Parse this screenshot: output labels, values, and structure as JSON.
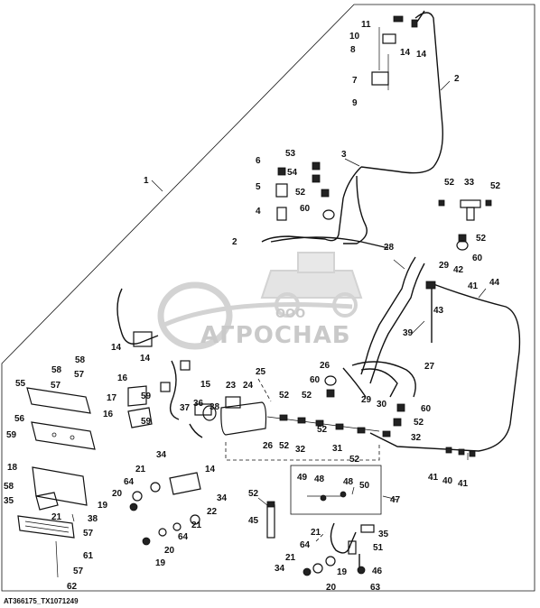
{
  "diagram": {
    "caption": "AT366175_TX1071249",
    "watermark": {
      "brand": "АГРОСНАБ",
      "prefix": "ООО"
    },
    "callouts": [
      {
        "id": "c1",
        "text": "1"
      },
      {
        "id": "c2",
        "text": "2"
      },
      {
        "id": "c3",
        "text": "3"
      },
      {
        "id": "c4",
        "text": "4"
      },
      {
        "id": "c5",
        "text": "5"
      },
      {
        "id": "c6",
        "text": "6"
      },
      {
        "id": "c7",
        "text": "7"
      },
      {
        "id": "c8",
        "text": "8"
      },
      {
        "id": "c9",
        "text": "9"
      },
      {
        "id": "c10",
        "text": "10"
      },
      {
        "id": "c11",
        "text": "11"
      },
      {
        "id": "c14a",
        "text": "14"
      },
      {
        "id": "c14b",
        "text": "14"
      },
      {
        "id": "c53",
        "text": "53"
      },
      {
        "id": "c54",
        "text": "54"
      },
      {
        "id": "c52a",
        "text": "52"
      },
      {
        "id": "c60a",
        "text": "60"
      },
      {
        "id": "c2b",
        "text": "2"
      },
      {
        "id": "c52b",
        "text": "52"
      },
      {
        "id": "c33",
        "text": "33"
      },
      {
        "id": "c52c",
        "text": "52"
      },
      {
        "id": "c52d",
        "text": "52"
      },
      {
        "id": "c60b",
        "text": "60"
      },
      {
        "id": "c28",
        "text": "28"
      },
      {
        "id": "c29",
        "text": "29"
      },
      {
        "id": "c42",
        "text": "42"
      },
      {
        "id": "c41a",
        "text": "41"
      },
      {
        "id": "c44",
        "text": "44"
      },
      {
        "id": "c43",
        "text": "43"
      },
      {
        "id": "c39",
        "text": "39"
      },
      {
        "id": "c14c",
        "text": "14"
      },
      {
        "id": "c58a",
        "text": "58"
      },
      {
        "id": "c58b",
        "text": "58"
      },
      {
        "id": "c57a",
        "text": "57"
      },
      {
        "id": "c57b",
        "text": "57"
      },
      {
        "id": "c14d",
        "text": "14"
      },
      {
        "id": "c16a",
        "text": "16"
      },
      {
        "id": "c15",
        "text": "15"
      },
      {
        "id": "c23",
        "text": "23"
      },
      {
        "id": "c25",
        "text": "25"
      },
      {
        "id": "c24",
        "text": "24"
      },
      {
        "id": "c52e",
        "text": "52"
      },
      {
        "id": "c60c",
        "text": "60"
      },
      {
        "id": "c52f",
        "text": "52"
      },
      {
        "id": "c26",
        "text": "26"
      },
      {
        "id": "c29b",
        "text": "29"
      },
      {
        "id": "c30",
        "text": "30"
      },
      {
        "id": "c27",
        "text": "27"
      },
      {
        "id": "c60d",
        "text": "60"
      },
      {
        "id": "c55",
        "text": "55"
      },
      {
        "id": "c17",
        "text": "17"
      },
      {
        "id": "c16b",
        "text": "16"
      },
      {
        "id": "c59a",
        "text": "59"
      },
      {
        "id": "c59b",
        "text": "59"
      },
      {
        "id": "c36",
        "text": "36"
      },
      {
        "id": "c38",
        "text": "38"
      },
      {
        "id": "c37",
        "text": "37"
      },
      {
        "id": "c56",
        "text": "56"
      },
      {
        "id": "c59c",
        "text": "59"
      },
      {
        "id": "c26b",
        "text": "26"
      },
      {
        "id": "c52g",
        "text": "52"
      },
      {
        "id": "c32a",
        "text": "32"
      },
      {
        "id": "c52h",
        "text": "52"
      },
      {
        "id": "c31",
        "text": "31"
      },
      {
        "id": "c52i",
        "text": "52"
      },
      {
        "id": "c32b",
        "text": "32"
      },
      {
        "id": "c52j",
        "text": "52"
      },
      {
        "id": "c34a",
        "text": "34"
      },
      {
        "id": "c14e",
        "text": "14"
      },
      {
        "id": "c18",
        "text": "18"
      },
      {
        "id": "c21a",
        "text": "21"
      },
      {
        "id": "c64a",
        "text": "64"
      },
      {
        "id": "c20a",
        "text": "20"
      },
      {
        "id": "c19a",
        "text": "19"
      },
      {
        "id": "c34b",
        "text": "34"
      },
      {
        "id": "c22",
        "text": "22"
      },
      {
        "id": "c58c",
        "text": "58"
      },
      {
        "id": "c35a",
        "text": "35"
      },
      {
        "id": "c21b",
        "text": "21"
      },
      {
        "id": "c38b",
        "text": "38"
      },
      {
        "id": "c57c",
        "text": "57"
      },
      {
        "id": "c61",
        "text": "61"
      },
      {
        "id": "c21c",
        "text": "21"
      },
      {
        "id": "c64b",
        "text": "64"
      },
      {
        "id": "c20b",
        "text": "20"
      },
      {
        "id": "c19b",
        "text": "19"
      },
      {
        "id": "c57d",
        "text": "57"
      },
      {
        "id": "c62",
        "text": "62"
      },
      {
        "id": "c49",
        "text": "49"
      },
      {
        "id": "c48a",
        "text": "48"
      },
      {
        "id": "c48b",
        "text": "48"
      },
      {
        "id": "c50",
        "text": "50"
      },
      {
        "id": "c47",
        "text": "47"
      },
      {
        "id": "c52k",
        "text": "52"
      },
      {
        "id": "c45",
        "text": "45"
      },
      {
        "id": "c21d",
        "text": "21"
      },
      {
        "id": "c35b",
        "text": "35"
      },
      {
        "id": "c51",
        "text": "51"
      },
      {
        "id": "c64c",
        "text": "64"
      },
      {
        "id": "c21e",
        "text": "21"
      },
      {
        "id": "c34c",
        "text": "34"
      },
      {
        "id": "c19c",
        "text": "19"
      },
      {
        "id": "c46",
        "text": "46"
      },
      {
        "id": "c20c",
        "text": "20"
      },
      {
        "id": "c63",
        "text": "63"
      },
      {
        "id": "c41b",
        "text": "41"
      },
      {
        "id": "c40",
        "text": "40"
      },
      {
        "id": "c41c",
        "text": "41"
      }
    ]
  }
}
